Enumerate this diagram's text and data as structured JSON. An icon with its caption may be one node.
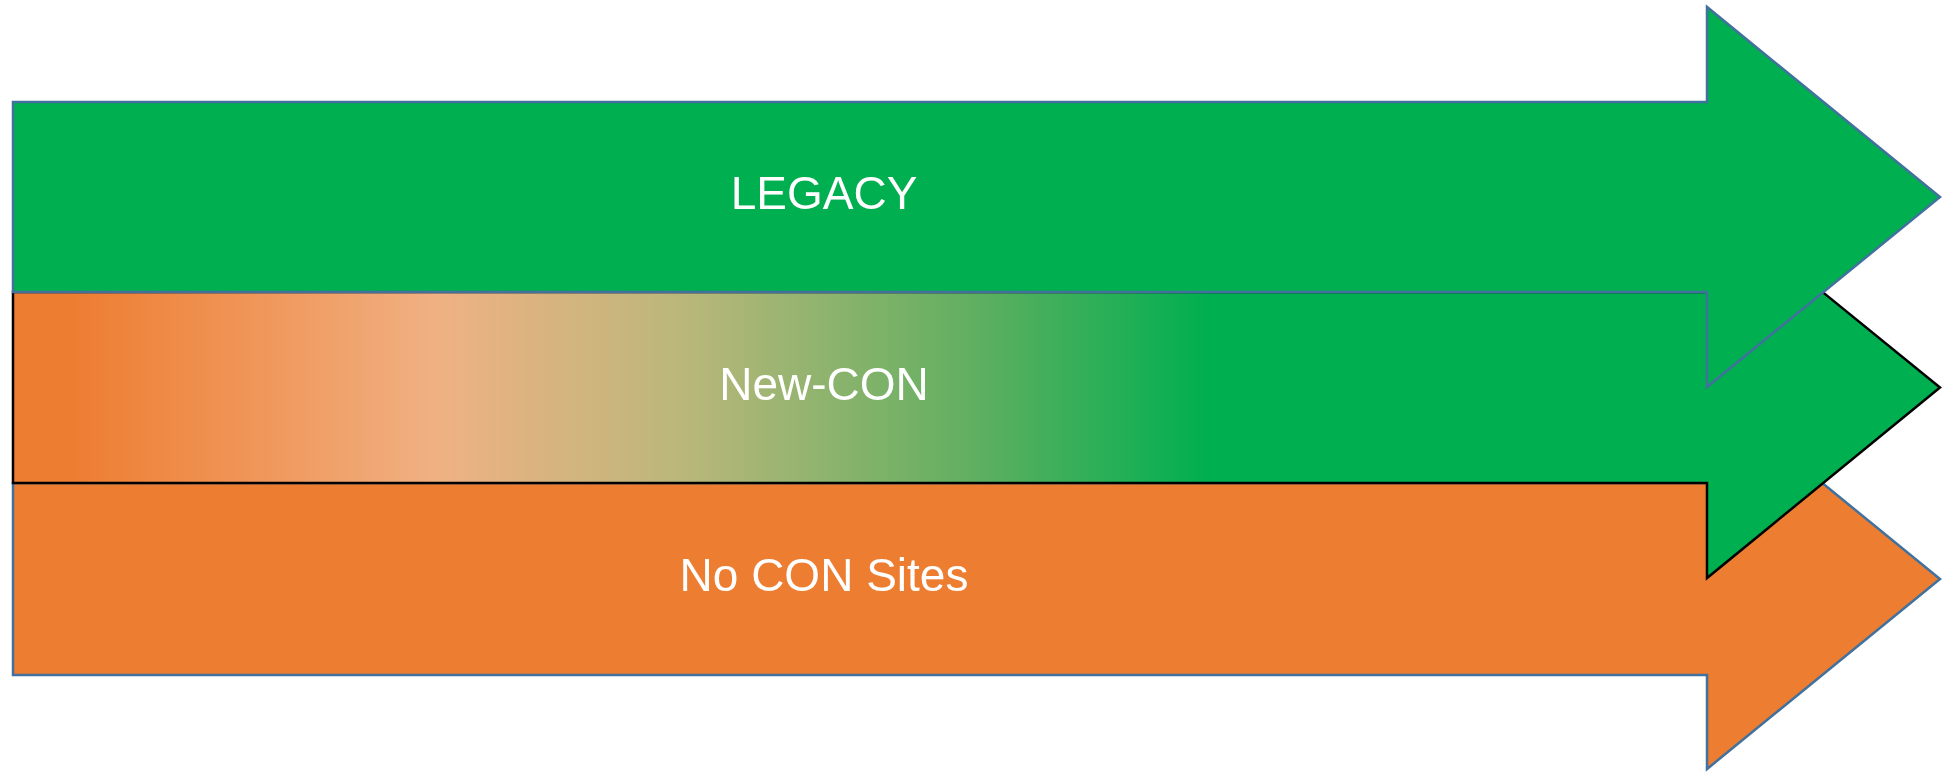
{
  "diagram": {
    "nodes": [
      {
        "text": [
          "LEGACY"
        ]
      },
      {
        "text": [
          "New-CON"
        ]
      },
      {
        "text": [
          "No CON Sites"
        ]
      }
    ]
  }
}
